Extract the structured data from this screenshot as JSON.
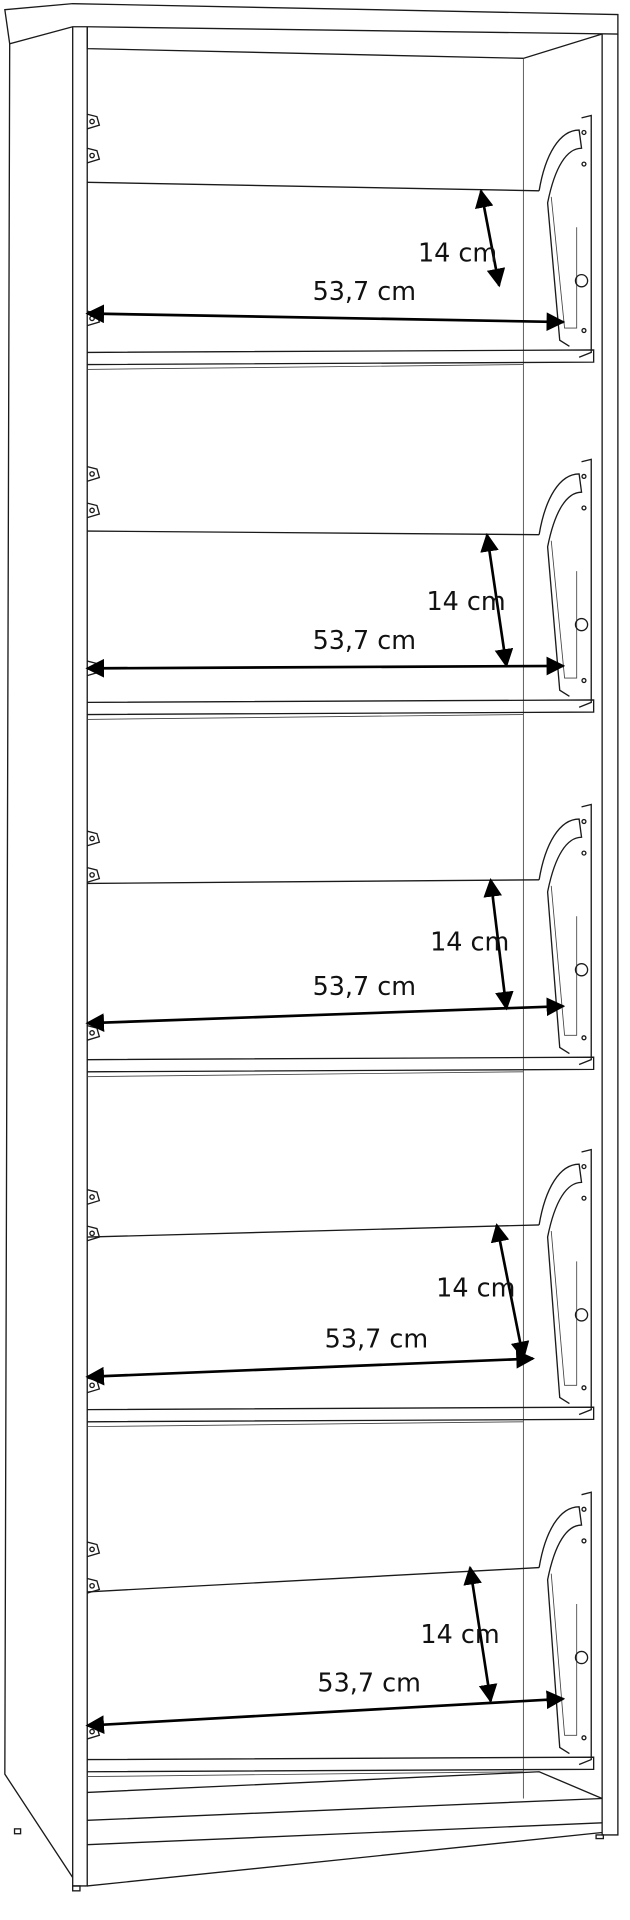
{
  "diagram": {
    "compartments": [
      {
        "height_label": "14 cm",
        "width_label": "53,7 cm"
      },
      {
        "height_label": "14 cm",
        "width_label": "53,7 cm"
      },
      {
        "height_label": "14 cm",
        "width_label": "53,7 cm"
      },
      {
        "height_label": "14 cm",
        "width_label": "53,7 cm"
      },
      {
        "height_label": "14 cm",
        "width_label": "53,7 cm"
      }
    ]
  }
}
